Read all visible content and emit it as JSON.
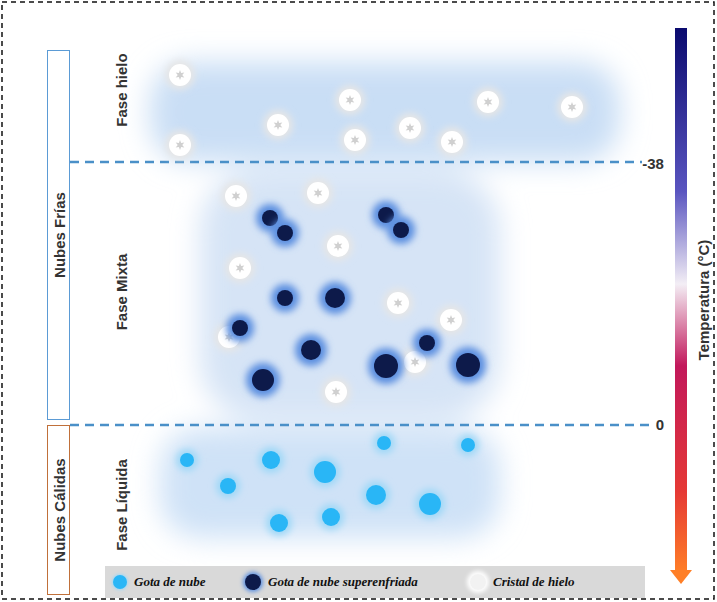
{
  "diagram": {
    "nodes": [
      {
        "text": [
          "Nubes Frías"
        ]
      },
      {
        "text": [
          "Nubes Cálidas"
        ]
      }
    ],
    "labels": [
      "Fase hielo",
      "Fase Mixta",
      "Fase Líquida",
      "-38",
      "0",
      "Temperatura (°C)"
    ],
    "legend": [
      {
        "text": "Gota de nube",
        "color": "#29b6f6"
      },
      {
        "text": "Gota de nube superenfriada",
        "color": "#0d1a4a"
      },
      {
        "text": "Cristal de hielo",
        "color": "#f2f2f2"
      }
    ]
  }
}
